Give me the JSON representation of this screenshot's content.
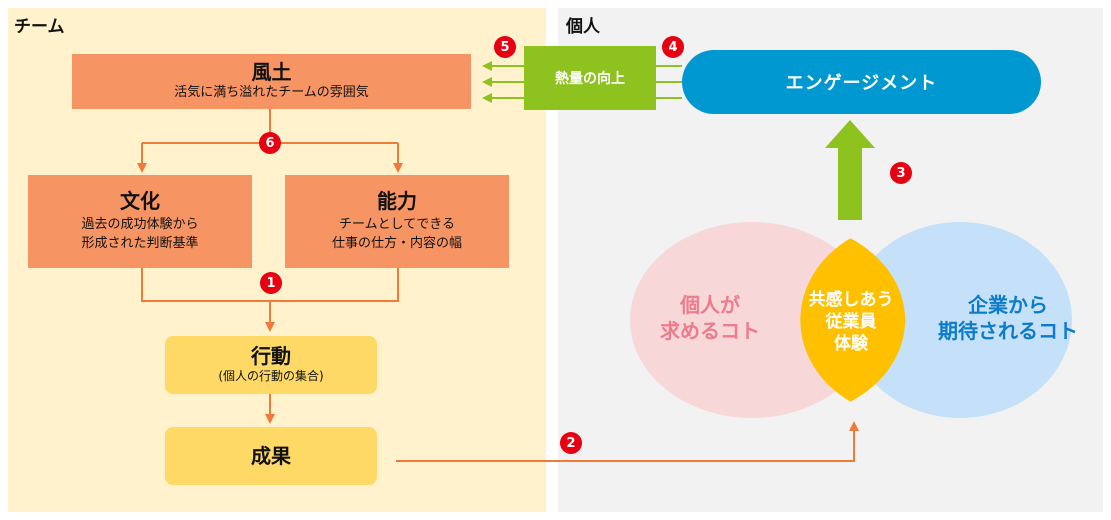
{
  "team": {
    "title": "チーム",
    "culture": {
      "title": "風土",
      "subtitle": "活気に満ち溢れたチームの雰囲気"
    },
    "tradition": {
      "title": "文化",
      "lines": [
        "過去の成功体験から",
        "形成された判断基準"
      ]
    },
    "capability": {
      "title": "能力",
      "lines": [
        "チームとしてできる",
        "仕事の仕方・内容の幅"
      ]
    },
    "action": {
      "title": "行動",
      "subtitle": "(個人の行動の集合)"
    },
    "result": {
      "title": "成果"
    }
  },
  "individual": {
    "title": "個人",
    "passion": "熱量の向上",
    "engagement": "エンゲージメント",
    "venn": {
      "left": [
        "個人が",
        "求めるコト"
      ],
      "center": [
        "共感しあう",
        "従業員",
        "体験"
      ],
      "right": [
        "企業から",
        "期待されるコト"
      ]
    }
  },
  "steps": [
    "1",
    "2",
    "3",
    "4",
    "5",
    "6"
  ],
  "colors": {
    "team_bg": "#fff2cc",
    "individual_bg": "#f2f2f2",
    "orange_box": "#f79464",
    "yellow_box": "#ffd966",
    "green": "#8dc21f",
    "blue": "#0098d1",
    "badge": "#e60012",
    "arrow": "#f07a3a"
  }
}
